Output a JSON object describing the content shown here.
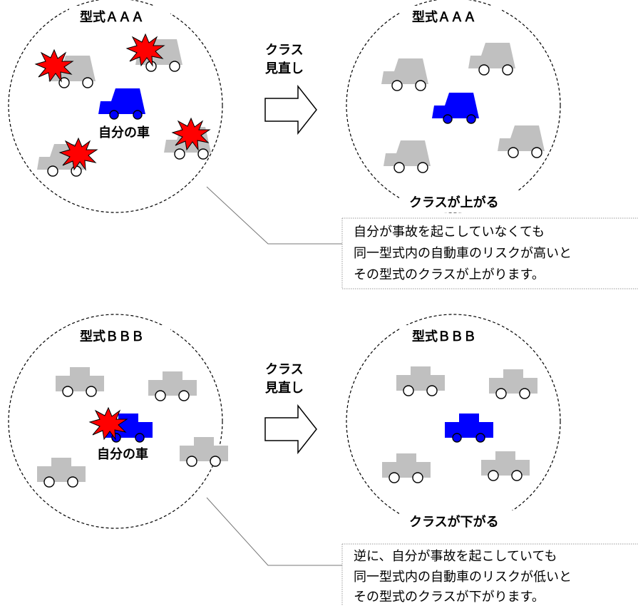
{
  "panels": [
    {
      "before_type": "型式ＡＡＡ",
      "after_type": "型式ＡＡＡ",
      "own_car_label": "自分の車",
      "arrow_label_line1": "クラス",
      "arrow_label_line2": "見直し",
      "result_label": "クラスが上がる",
      "note_lines": [
        "自分が事故を起こしていなくても",
        "同一型式内の自動車のリスクが高いと",
        "その型式のクラスが上がります。"
      ]
    },
    {
      "before_type": "型式ＢＢＢ",
      "after_type": "型式ＢＢＢ",
      "own_car_label": "自分の車",
      "arrow_label_line1": "クラス",
      "arrow_label_line2": "見直し",
      "result_label": "クラスが下がる",
      "note_lines": [
        "逆に、自分が事故を起こしていても",
        "同一型式内の自動車のリスクが低いと",
        "その型式のクラスが下がります。"
      ]
    }
  ],
  "colors": {
    "other_car": "#c0c0c0",
    "own_car": "#0000ff",
    "crash_burst": "#ff0000",
    "outline": "#000000"
  },
  "icons": {
    "car": "car-icon",
    "crash": "crash-burst-icon",
    "arrow": "right-arrow-icon"
  }
}
